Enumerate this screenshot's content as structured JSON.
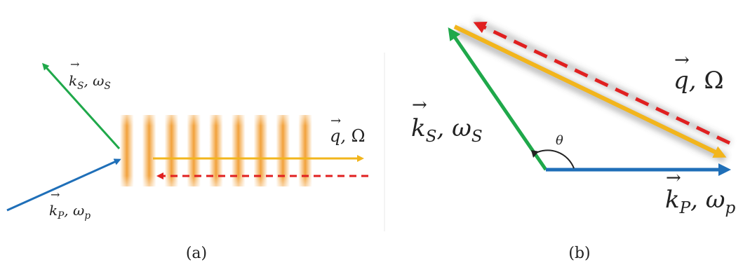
{
  "panel_a": {
    "caption": "(a)",
    "labels": {
      "ks": {
        "vec": "k",
        "sub": "S",
        "freq": "ω",
        "freq_sub": "S"
      },
      "kp": {
        "vec": "k",
        "sub": "P",
        "freq": "ω",
        "freq_sub": "p"
      },
      "q": {
        "vec": "q",
        "freq": "Ω"
      }
    },
    "grating_fringes": 9,
    "colors": {
      "ks": "#1fa84a",
      "kp": "#1f6fb8",
      "q": "#f2b51c",
      "reflected": "#e02020",
      "grating": "#f2a13a"
    }
  },
  "panel_b": {
    "caption": "(b)",
    "labels": {
      "ks": {
        "vec": "k",
        "sub": "S",
        "freq": "ω",
        "freq_sub": "S"
      },
      "kp": {
        "vec": "k",
        "sub": "P",
        "freq": "ω",
        "freq_sub": "p"
      },
      "q": {
        "vec": "q",
        "freq": "Ω"
      },
      "angle": "θ"
    },
    "colors": {
      "ks": "#1fa84a",
      "kp": "#1f6fb8",
      "q": "#f2b51c",
      "reflected": "#e02020"
    }
  }
}
